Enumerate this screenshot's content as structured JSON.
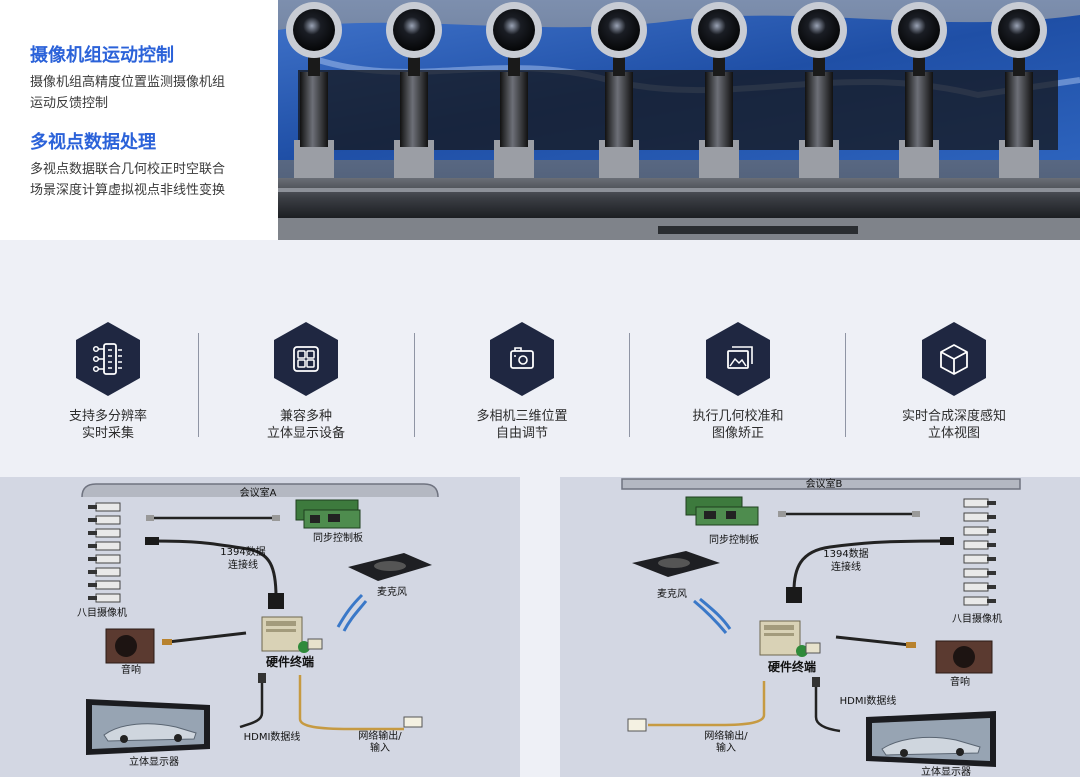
{
  "features": [
    {
      "title": "摄像机组运动控制",
      "lines": [
        "摄像机组高精度位置监测摄像机组",
        "运动反馈控制"
      ]
    },
    {
      "title": "多视点数据处理",
      "lines": [
        "多视点数据联合几何校正时空联合",
        "场景深度计算虚拟视点非线性变换"
      ]
    }
  ],
  "capabilities": [
    {
      "icon": "camera-array-icon",
      "lines": [
        "支持多分辨率",
        "实时采集"
      ]
    },
    {
      "icon": "grid-display-icon",
      "lines": [
        "兼容多种",
        "立体显示设备"
      ]
    },
    {
      "icon": "camera-icon",
      "lines": [
        "多相机三维位置",
        "自由调节"
      ]
    },
    {
      "icon": "image-correction-icon",
      "lines": [
        "执行几何校准和",
        "图像矫正"
      ]
    },
    {
      "icon": "cube-icon",
      "lines": [
        "实时合成深度感知",
        "立体视图"
      ]
    }
  ],
  "diagrams": {
    "a": {
      "room": "会议室A",
      "sync_board": "同步控制板",
      "cable_1394": [
        "1394数据",
        "连接线"
      ],
      "microphone": "麦克风",
      "cameras": "八目摄像机",
      "speaker": "音响",
      "terminal": "硬件终端",
      "hdmi": "HDMI数据线",
      "network": [
        "网络输出/",
        "输入"
      ],
      "display": "立体显示器"
    },
    "b": {
      "room": "会议室B",
      "sync_board": "同步控制板",
      "cable_1394": [
        "1394数据",
        "连接线"
      ],
      "microphone": "麦克风",
      "cameras": "八目摄像机",
      "speaker": "音响",
      "terminal": "硬件终端",
      "hdmi": "HDMI数据线",
      "network": [
        "网络输出/",
        "输入"
      ],
      "display": "立体显示器"
    }
  },
  "colors": {
    "accent": "#2b62d9",
    "hex_fill": "#1f2741",
    "panel_bg": "#d3d7e3"
  }
}
